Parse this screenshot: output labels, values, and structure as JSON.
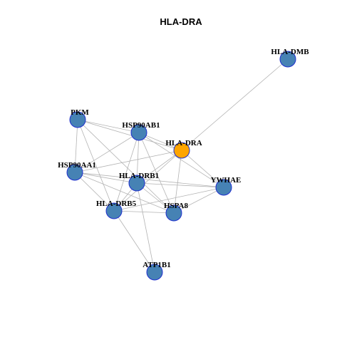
{
  "title": "HLA-DRA",
  "colors": {
    "default_node": "#4682b4",
    "focus_node": "#ffa500",
    "node_border": "#1f2fcf",
    "edge": "#b3b3b3"
  },
  "nodes": [
    {
      "id": "HLA-DMB",
      "label": "HLA-DMB",
      "focus": false
    },
    {
      "id": "PKM",
      "label": "PKM",
      "focus": false
    },
    {
      "id": "HSP90AB1",
      "label": "HSP90AB1",
      "focus": false
    },
    {
      "id": "HLA-DRA",
      "label": "HLA-DRA",
      "focus": true
    },
    {
      "id": "HSP90AA1",
      "label": "HSP90AA1",
      "focus": false
    },
    {
      "id": "HLA-DRB1",
      "label": "HLA-DRB1",
      "focus": false
    },
    {
      "id": "YWHAE",
      "label": "YWHAE",
      "focus": false
    },
    {
      "id": "HLA-DRB5",
      "label": "HLA-DRB5",
      "focus": false
    },
    {
      "id": "HSPA8",
      "label": "HSPA8",
      "focus": false
    },
    {
      "id": "ATP1B1",
      "label": "ATP1B1",
      "focus": false
    }
  ],
  "edges": [
    [
      "HLA-DMB",
      "HLA-DRA"
    ],
    [
      "PKM",
      "HSP90AB1"
    ],
    [
      "PKM",
      "HLA-DRA"
    ],
    [
      "PKM",
      "HSP90AA1"
    ],
    [
      "PKM",
      "HLA-DRB5"
    ],
    [
      "PKM",
      "HSPA8"
    ],
    [
      "HSP90AB1",
      "HLA-DRA"
    ],
    [
      "HSP90AB1",
      "HSP90AA1"
    ],
    [
      "HSP90AB1",
      "HLA-DRB1"
    ],
    [
      "HSP90AB1",
      "HLA-DRB5"
    ],
    [
      "HSP90AB1",
      "YWHAE"
    ],
    [
      "HSP90AB1",
      "HSPA8"
    ],
    [
      "HLA-DRA",
      "HSP90AA1"
    ],
    [
      "HLA-DRA",
      "HLA-DRB1"
    ],
    [
      "HLA-DRA",
      "YWHAE"
    ],
    [
      "HLA-DRA",
      "HLA-DRB5"
    ],
    [
      "HLA-DRA",
      "HSPA8"
    ],
    [
      "HSP90AA1",
      "HLA-DRB1"
    ],
    [
      "HSP90AA1",
      "YWHAE"
    ],
    [
      "HSP90AA1",
      "HLA-DRB5"
    ],
    [
      "HSP90AA1",
      "HSPA8"
    ],
    [
      "HLA-DRB1",
      "YWHAE"
    ],
    [
      "HLA-DRB1",
      "HLA-DRB5"
    ],
    [
      "HLA-DRB1",
      "HSPA8"
    ],
    [
      "HLA-DRB1",
      "ATP1B1"
    ],
    [
      "YWHAE",
      "HLA-DRB5"
    ],
    [
      "YWHAE",
      "HSPA8"
    ],
    [
      "HLA-DRB5",
      "HSPA8"
    ],
    [
      "HLA-DRB5",
      "ATP1B1"
    ]
  ]
}
